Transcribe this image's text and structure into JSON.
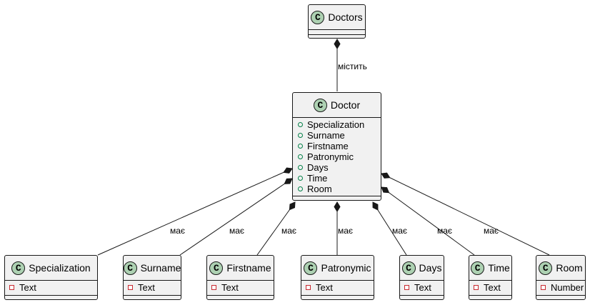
{
  "diagram": {
    "doctors_class": {
      "name": "Doctors",
      "icon": "class-c-icon"
    },
    "doctor_class": {
      "name": "Doctor",
      "icon": "class-c-icon",
      "attributes": [
        "Specialization",
        "Surname",
        "Firstname",
        "Patronymic",
        "Days",
        "Time",
        "Room"
      ]
    },
    "composition_label": "містить",
    "relation_label": "має",
    "classes": [
      {
        "name": "Specialization",
        "attribute": "Text"
      },
      {
        "name": "Surname",
        "attribute": "Text"
      },
      {
        "name": "Firstname",
        "attribute": "Text"
      },
      {
        "name": "Patronymic",
        "attribute": "Text"
      },
      {
        "name": "Days",
        "attribute": "Text"
      },
      {
        "name": "Time",
        "attribute": "Text"
      },
      {
        "name": "Room",
        "attribute": "Number"
      }
    ]
  }
}
